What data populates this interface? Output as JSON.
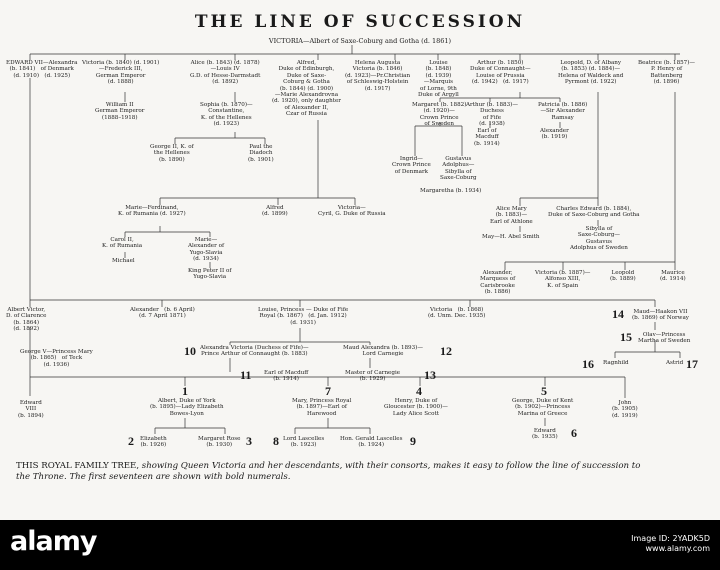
{
  "title": "THE LINE OF SUCCESSION",
  "subtitle": "VICTORIA—Albert of Saxe-Coburg and Gotha (d. 1861)",
  "people": {
    "edward7": "EDWARD VII—Alexandra\n(b. 1841)   of Denmark\n(d. 1910)   (d. 1925)",
    "victoria_princess": "Victoria (b. 1840) (d. 1901)\n—Frederick III,\nGerman Emperor\n(d. 1888)",
    "alice": "Alice (b. 1843) (d. 1878)\n—Louis IV\nG.D. of Hesse-Darmstadt\n(d. 1892)",
    "alfred": "Alfred,\nDuke of Edinburgh,\nDuke of Saxe-\nCoburg & Gotha\n(b. 1844) (d. 1900)\n—Marie Alexandrovna\n(d. 1920), only daughter\nof Alexander II,\nCzar of Russia",
    "helena": "Helena Augusta\nVictoria (b. 1846)\n(d. 1923)—Pr.Christian\nof Schleswig-Holstein\n(d. 1917)",
    "louise": "Louise\n(b. 1848)\n(d. 1939)\n—Marquis\nof Lorne, 9th\nDuke of Argyll",
    "arthur": "Arthur (b. 1850)\nDuke of Connaught—\nLouise of Prussia\n(d. 1942)   (d. 1917)",
    "leopold": "Leopold, D. of Albany\n(b. 1853) (d. 1884)—\nHelena of Waldeck and\nPyrmont (d. 1922)",
    "beatrice": "Beatrice (b. 1857)—\nP. Henry of\nBattenberg\n(d. 1896)",
    "wilhelm2": "William II\nGerman Emperor\n(1888–1918)",
    "sophia": "Sophia (b. 1870)—\nConstantine,\nK. of the Hellenes\n(d. 1923)",
    "george2": "George II, K. of\nthe Hellenes\n(b. 1890)",
    "paul": "Paul the\nDiadoch\n(b. 1901)",
    "margaret": "Margaret (b. 1882)\n(d. 1920)—\nCrown Prince\nof Sweden",
    "arthur_jr": "Arthur (b. 1883)—\nDuchess\nof Fife\n(d. 1938)",
    "patricia": "Patricia (b. 1886)\n—Sir Alexander\nRamsay",
    "alexander_ramsay": "Alexander\n(b. 1919)",
    "earl_macduff_top": "Earl of\nMacduff\n(b. 1914)",
    "ingrid": "Ingrid—\nCrown Prince\nof Denmark",
    "gustavus": "Gustavus\nAdolphus—\nSibylla of\nSaxe-Coburg",
    "margaretha": "Margaretha (b. 1934)",
    "marie": "Marie—Ferdinand,\nK. of Rumania (d. 1927)",
    "alfred_jr": "Alfred\n(d. 1899)",
    "victoria_e": "Victoria—\nCyril, G. Duke of Russia",
    "carol": "Carol II,\nK. of Rumania",
    "marie_y": "Marie—\nAlexander of\nYugo-Slavia\n(d. 1934)",
    "michael": "Michael",
    "peter": "King Peter II of\nYugo-Slavia",
    "alice_mary": "Alice Mary\n(b. 1883)—\nEarl of Athlone",
    "may": "May—H. Abel Smith",
    "charles_edward": "Charles Edward (b. 1884),\nDuke of Saxe-Coburg and Gotha",
    "sibylla": "Sibylla of\nSaxe-Coburg—\nGustavus\nAdolphus of Sweden",
    "alexander_carisbrooke": "Alexander,\nMarquess of\nCarisbrooke\n(b. 1886)",
    "victoria_eugenie": "Victoria (b. 1887)—\nAlfonso XIII,\nK. of Spain",
    "leopold_b": "Leopold\n(b. 1889)",
    "maurice": "Maurice\n(d. 1914)",
    "albert_victor": "Albert Victor,\nD. of Clarence\n(b. 1864)\n(d. 1892)",
    "alexander_e7": "Alexander   (b. 6 April)\n(d. 7 April 1871)",
    "louise_royal": "Louise, Princess — Duke of Fife\nRoyal (b. 1867)   (d. Jan. 1912)\n(d. 1931)",
    "victoria_e7": "Victoria   (b. 1868)\n(d. Unm. Dec. 1935)",
    "maud": "Maud—Haakon VII\n(b. 1869) of Norway",
    "olav": "Olav—Princess\nMartha of Sweden",
    "ragnhild": "Ragnhild",
    "astrid": "Astrid",
    "george5": "George V—Princess Mary\n(b. 1865)   of Teck\n(d. 1936)",
    "alexandra_v": "Alexandra Victoria (Duchess of Fife)—\nPrince Arthur of Connaught (b. 1883)",
    "maud_a": "Maud Alexandra (b. 1893)—\nLord Carnegie",
    "earl_macduff": "Earl of Macduff\n(b. 1914)",
    "master_carnegie": "Master of Carnegie\n(b. 1929)",
    "edward8": "Edward\nVIII\n(b. 1894)",
    "albert_york": "Albert, Duke of York\n(b. 1895)—Lady Elizabeth\nBowes-Lyon",
    "mary_royal": "Mary, Princess Royal\n(b. 1897)—Earl of\nHarewood",
    "henry": "Henry, Duke of\nGloucester (b. 1900)—\nLady Alice Scott",
    "george_kent": "George, Duke of Kent\n(b. 1902)—Princess\nMarina of Greece",
    "john": "John\n(b. 1905)\n(d. 1919)",
    "elizabeth": "Elizabeth\n(b. 1926)",
    "margaret_rose": "Margaret Rose\n(b. 1930)",
    "lord_lascelles": "Lord Lascelles\n(b. 1923)",
    "gerald": "Hon. Gerald Lascelles\n(b. 1924)",
    "edward_kent": "Edward\n(b. 1935)"
  },
  "numerals": {
    "n1": "1",
    "n2": "2",
    "n3": "3",
    "n4": "4",
    "n5": "5",
    "n6": "6",
    "n7": "7",
    "n8": "8",
    "n9": "9",
    "n10": "10",
    "n11": "11",
    "n12": "12",
    "n13": "13",
    "n14": "14",
    "n15": "15",
    "n16": "16",
    "n17": "17"
  },
  "caption": {
    "lead": "THIS ROYAL FAMILY TREE,",
    "text": " showing Queen Victoria and her descendants, with their consorts, makes it easy to follow the line of succession to the Throne. The first seventeen are shown with bold numerals."
  },
  "footer": {
    "logo": "alamy",
    "image_id_label": "Image ID: 2YADK5D",
    "site": "www.alamy.com"
  }
}
